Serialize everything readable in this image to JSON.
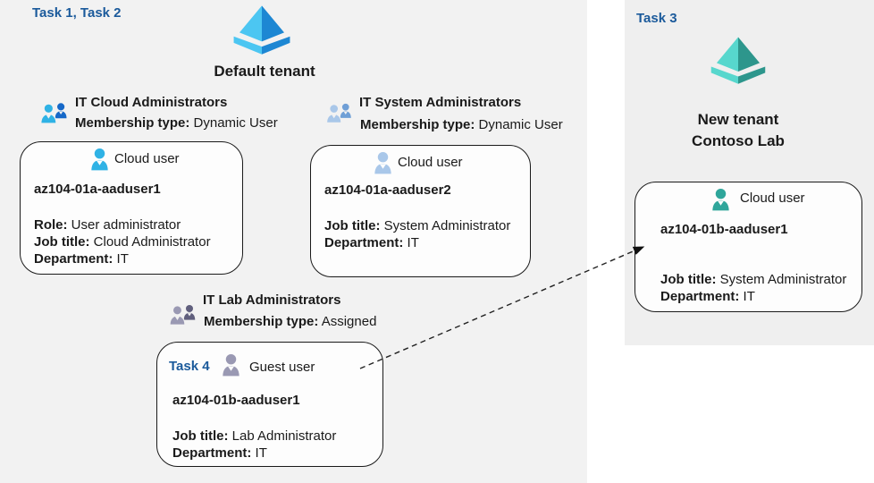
{
  "regions": {
    "left_label": "Task 1, Task 2",
    "right_label": "Task 3"
  },
  "tenants": {
    "default_tenant": {
      "name": "Default tenant",
      "icon": "azure-ad-blue-diamond"
    },
    "new_tenant": {
      "line1": "New tenant",
      "line2": "Contoso Lab",
      "icon": "azure-ad-teal-diamond"
    }
  },
  "groups": [
    {
      "name": "IT Cloud Administrators",
      "membership_label": "Membership type:",
      "membership_value": "Dynamic User",
      "icon": "group-people-blue"
    },
    {
      "name": "IT System Administrators",
      "membership_label": "Membership type:",
      "membership_value": "Dynamic User",
      "icon": "group-people-light-blue"
    },
    {
      "name": "IT Lab Administrators",
      "membership_label": "Membership type:",
      "membership_value": "Assigned",
      "icon": "group-people-gray"
    }
  ],
  "users": [
    {
      "type_label": "Cloud user",
      "username": "az104-01a-aaduser1",
      "icon": "person-cyan",
      "fields": [
        {
          "label": "Role:",
          "value": "User administrator"
        },
        {
          "label": "Job title:",
          "value": "Cloud Administrator"
        },
        {
          "label": "Department:",
          "value": "IT"
        }
      ]
    },
    {
      "type_label": "Cloud user",
      "username": "az104-01a-aaduser2",
      "icon": "person-light-blue",
      "fields": [
        {
          "label": "Job title:",
          "value": "System Administrator"
        },
        {
          "label": "Department:",
          "value": "IT"
        }
      ]
    },
    {
      "task_label": "Task 4",
      "type_label": "Guest user",
      "username": "az104-01b-aaduser1",
      "icon": "person-gray",
      "fields": [
        {
          "label": "Job title:",
          "value": "Lab Administrator"
        },
        {
          "label": "Department:",
          "value": "IT"
        }
      ]
    },
    {
      "type_label": "Cloud user",
      "username": "az104-01b-aaduser1",
      "icon": "person-teal",
      "fields": [
        {
          "label": "Job title:",
          "value": "System Administrator"
        },
        {
          "label": "Department:",
          "value": "IT"
        }
      ]
    }
  ],
  "colors": {
    "task_label": "#1b5a9b",
    "left_background": "#f2f2f2",
    "panel_background": "#efefef",
    "card_background": "#fdfdfd",
    "card_border": "#1a1a1a",
    "text": "#1a1a1a",
    "aad_blue_light": "#4cc6f2",
    "aad_blue_dark": "#1d87d3",
    "aad_teal_light": "#57d7cd",
    "aad_teal_dark": "#2d968c",
    "user_cyan": "#2fb2e5",
    "user_light_blue": "#a9c7e9",
    "user_gray": "#9a99b3",
    "user_teal": "#2fa69b",
    "group_back_blue": "#1668c8",
    "group_back_light_blue": "#6f9fd6",
    "group_back_gray": "#605f7d",
    "arrow": "#222222"
  }
}
